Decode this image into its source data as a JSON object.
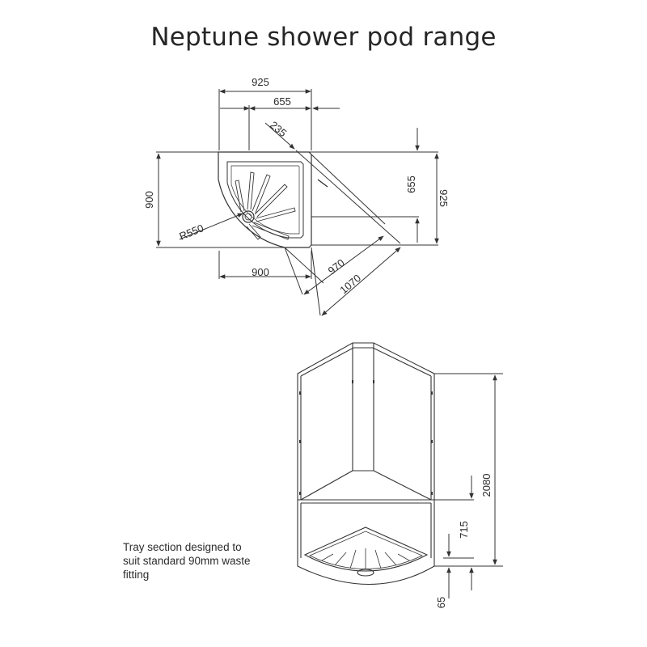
{
  "title": "Neptune shower pod range",
  "plan": {
    "width_outer": "925",
    "width_inner": "655",
    "diag_235": "235",
    "depth_outer": "900",
    "radius": "R550",
    "width_bottom": "900",
    "diag_970": "970",
    "diag_1070": "1070",
    "right_inner": "655",
    "right_outer": "925"
  },
  "elevation": {
    "height_total": "2080",
    "height_tray": "715",
    "height_base": "65"
  },
  "note": {
    "lines": [
      "Tray section designed to",
      "suit standard 90mm waste",
      "fitting"
    ]
  },
  "colors": {
    "line": "#333333",
    "text": "#2b2b2b"
  }
}
